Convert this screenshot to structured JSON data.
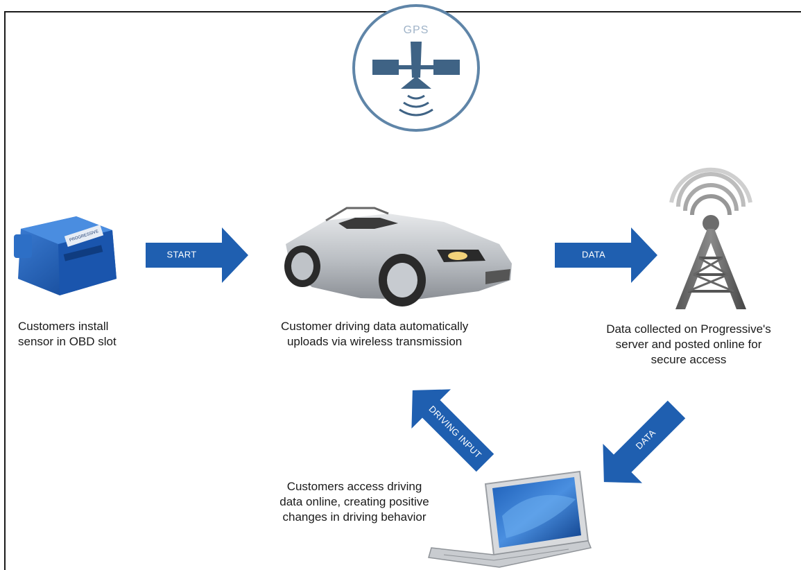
{
  "gps": {
    "label": "GPS"
  },
  "device": {
    "brand": "PROGRESSIVE"
  },
  "arrows": {
    "start": "START",
    "data_right": "DATA",
    "data_down": "DATA",
    "driving_input": "DRIVING INPUT"
  },
  "captions": {
    "sensor": "Customers install\nsensor in OBD slot",
    "car": "Customer driving data automatically\nuploads via wireless transmission",
    "server": "Data collected on Progressive's\nserver and posted online for\nsecure access",
    "online": "Customers access driving\ndata online, creating positive\nchanges in driving behavior"
  },
  "colors": {
    "arrow_blue": "#1f5fb0",
    "gps_ring": "#5f85a8",
    "gps_icon": "#3f6385",
    "frame": "#1a1a1a"
  }
}
